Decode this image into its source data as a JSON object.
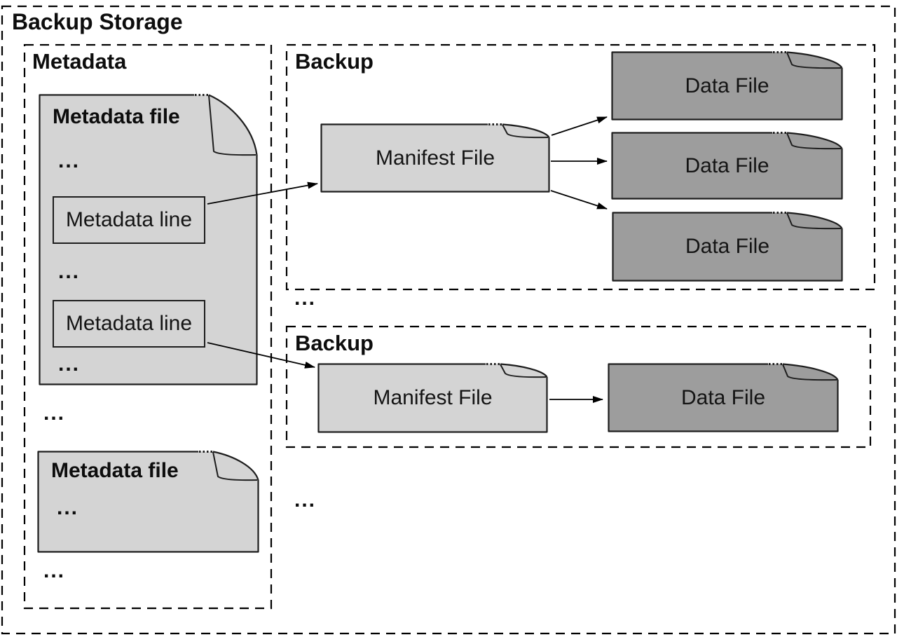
{
  "colors": {
    "light_fill": "#d4d4d4",
    "dark_fill": "#9d9d9d",
    "stroke": "#1d1d1d",
    "arrow": "#000000"
  },
  "outer": {
    "label": "Backup Storage"
  },
  "metadata": {
    "label": "Metadata",
    "file1": {
      "title": "Metadata file",
      "ellipsis_top": "...",
      "line1": "Metadata line",
      "ellipsis_mid": "...",
      "line2": "Metadata line",
      "ellipsis_bottom": "..."
    },
    "gap_ellipsis": "...",
    "file2": {
      "title": "Metadata file",
      "ellipsis": "..."
    },
    "trailing_ellipsis": "..."
  },
  "backup1": {
    "label": "Backup",
    "manifest_label": "Manifest File",
    "data_files": [
      "Data File",
      "Data File",
      "Data File"
    ]
  },
  "between_backups_ellipsis": "...",
  "backup2": {
    "label": "Backup",
    "manifest_label": "Manifest File",
    "data_files": [
      "Data File"
    ]
  },
  "bottom_ellipsis": "..."
}
